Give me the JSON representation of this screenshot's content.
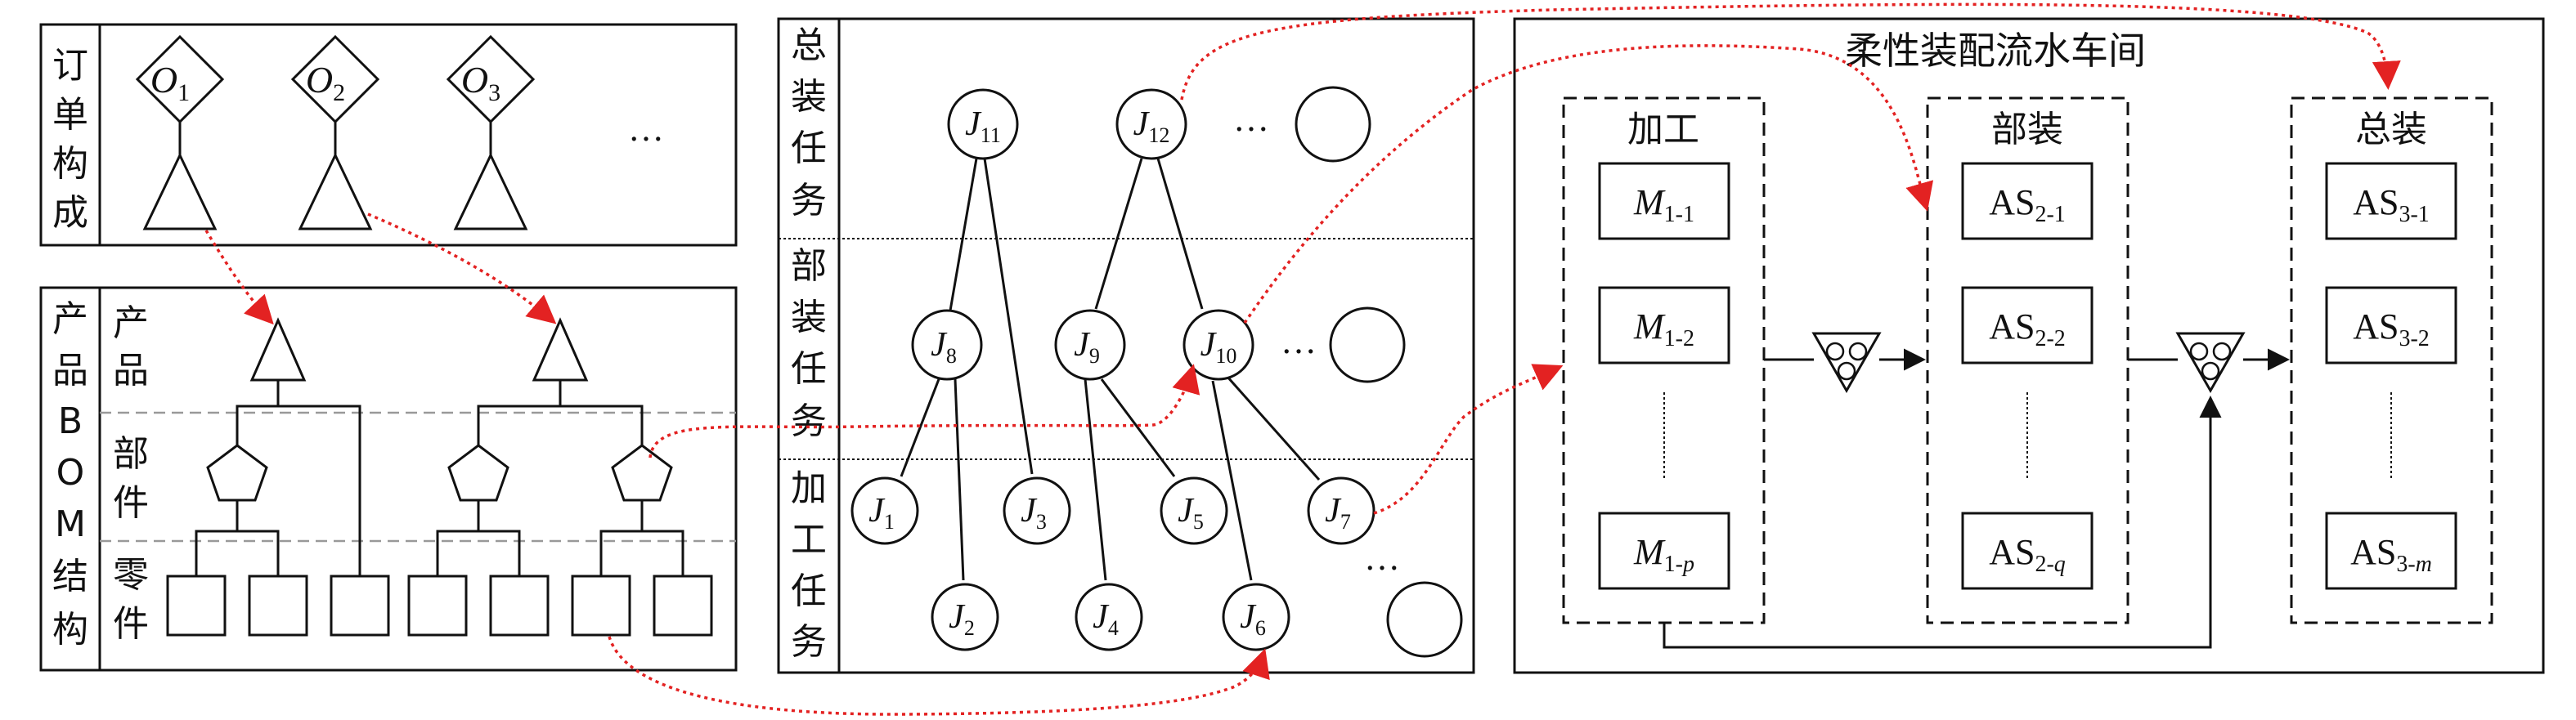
{
  "order_panel": {
    "label_chars": [
      "订",
      "单",
      "构",
      "成"
    ],
    "orders": [
      {
        "letter": "O",
        "sub": "1"
      },
      {
        "letter": "O",
        "sub": "2"
      },
      {
        "letter": "O",
        "sub": "3"
      }
    ],
    "ellipsis": "…"
  },
  "bom_panel": {
    "label_chars": [
      "产",
      "品",
      "B",
      "O",
      "M",
      "结",
      "构"
    ],
    "row_labels": {
      "product": [
        "产",
        "品"
      ],
      "component": [
        "部",
        "件"
      ],
      "part": [
        "零",
        "件"
      ]
    }
  },
  "task_panel": {
    "assembly_label": [
      "总",
      "装",
      "任",
      "务"
    ],
    "subassembly_label": [
      "部",
      "装",
      "任",
      "务"
    ],
    "machining_label": [
      "加",
      "工",
      "任",
      "务"
    ],
    "jobs": {
      "j11": {
        "letter": "J",
        "sub": "11"
      },
      "j12": {
        "letter": "J",
        "sub": "12"
      },
      "j8": {
        "letter": "J",
        "sub": "8"
      },
      "j9": {
        "letter": "J",
        "sub": "9"
      },
      "j10": {
        "letter": "J",
        "sub": "10"
      },
      "j1": {
        "letter": "J",
        "sub": "1"
      },
      "j3": {
        "letter": "J",
        "sub": "3"
      },
      "j5": {
        "letter": "J",
        "sub": "5"
      },
      "j7": {
        "letter": "J",
        "sub": "7"
      },
      "j2": {
        "letter": "J",
        "sub": "2"
      },
      "j4": {
        "letter": "J",
        "sub": "4"
      },
      "j6": {
        "letter": "J",
        "sub": "6"
      }
    },
    "ellipsis": "…",
    "ellipsis2": "…",
    "ellipsis3": "…"
  },
  "workshop_panel": {
    "title": "柔性装配流水车间",
    "machining": {
      "title": "加工",
      "m1": {
        "letter": "M",
        "sub": "1-1"
      },
      "m2": {
        "letter": "M",
        "sub": "1-2"
      },
      "mp": {
        "letter": "M",
        "sub": "1-",
        "sub_var": "p"
      }
    },
    "subassembly": {
      "title": "部装",
      "a1": {
        "letter": "AS",
        "sub": "2-1"
      },
      "a2": {
        "letter": "AS",
        "sub": "2-2"
      },
      "aq": {
        "letter": "AS",
        "sub": "2-",
        "sub_var": "q"
      }
    },
    "assembly": {
      "title": "总装",
      "a1": {
        "letter": "AS",
        "sub": "3-1"
      },
      "a2": {
        "letter": "AS",
        "sub": "3-2"
      },
      "am": {
        "letter": "AS",
        "sub": "3-",
        "sub_var": "m"
      }
    }
  },
  "colors": {
    "line": "#111111",
    "link_arrow": "#e32222",
    "divider": "#999999"
  }
}
